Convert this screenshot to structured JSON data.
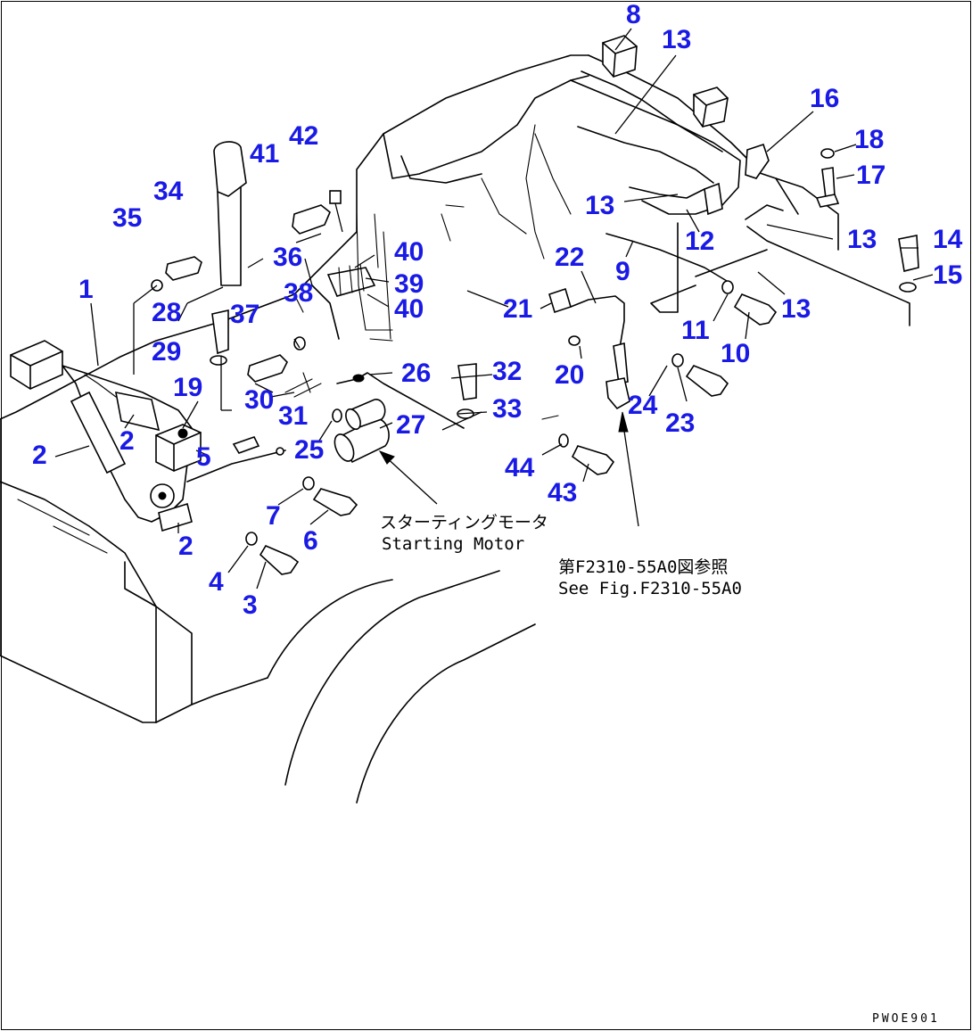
{
  "callouts": [
    {
      "id": "1",
      "text": "1"
    },
    {
      "id": "2a",
      "text": "2"
    },
    {
      "id": "2b",
      "text": "2"
    },
    {
      "id": "2c",
      "text": "2"
    },
    {
      "id": "3",
      "text": "3"
    },
    {
      "id": "4",
      "text": "4"
    },
    {
      "id": "5",
      "text": "5"
    },
    {
      "id": "6",
      "text": "6"
    },
    {
      "id": "7",
      "text": "7"
    },
    {
      "id": "8",
      "text": "8"
    },
    {
      "id": "9",
      "text": "9"
    },
    {
      "id": "10",
      "text": "10"
    },
    {
      "id": "11",
      "text": "11"
    },
    {
      "id": "12",
      "text": "12"
    },
    {
      "id": "13a",
      "text": "13"
    },
    {
      "id": "13b",
      "text": "13"
    },
    {
      "id": "13c",
      "text": "13"
    },
    {
      "id": "13d",
      "text": "13"
    },
    {
      "id": "14",
      "text": "14"
    },
    {
      "id": "15",
      "text": "15"
    },
    {
      "id": "16",
      "text": "16"
    },
    {
      "id": "17",
      "text": "17"
    },
    {
      "id": "18",
      "text": "18"
    },
    {
      "id": "19",
      "text": "19"
    },
    {
      "id": "20",
      "text": "20"
    },
    {
      "id": "21",
      "text": "21"
    },
    {
      "id": "22",
      "text": "22"
    },
    {
      "id": "23",
      "text": "23"
    },
    {
      "id": "24",
      "text": "24"
    },
    {
      "id": "25",
      "text": "25"
    },
    {
      "id": "26",
      "text": "26"
    },
    {
      "id": "27",
      "text": "27"
    },
    {
      "id": "28",
      "text": "28"
    },
    {
      "id": "29",
      "text": "29"
    },
    {
      "id": "30",
      "text": "30"
    },
    {
      "id": "31",
      "text": "31"
    },
    {
      "id": "32",
      "text": "32"
    },
    {
      "id": "33",
      "text": "33"
    },
    {
      "id": "34",
      "text": "34"
    },
    {
      "id": "35",
      "text": "35"
    },
    {
      "id": "36",
      "text": "36"
    },
    {
      "id": "37",
      "text": "37"
    },
    {
      "id": "38",
      "text": "38"
    },
    {
      "id": "39",
      "text": "39"
    },
    {
      "id": "40a",
      "text": "40"
    },
    {
      "id": "40b",
      "text": "40"
    },
    {
      "id": "41",
      "text": "41"
    },
    {
      "id": "42",
      "text": "42"
    },
    {
      "id": "43",
      "text": "43"
    },
    {
      "id": "44",
      "text": "44"
    }
  ],
  "notes": {
    "starting_motor_jp": "スターティングモータ",
    "starting_motor_en": "Starting Motor",
    "see_fig_jp": "第F2310-55A0図参照",
    "see_fig_en": "See Fig.F2310-55A0"
  },
  "drawing_code": "PWOE901"
}
